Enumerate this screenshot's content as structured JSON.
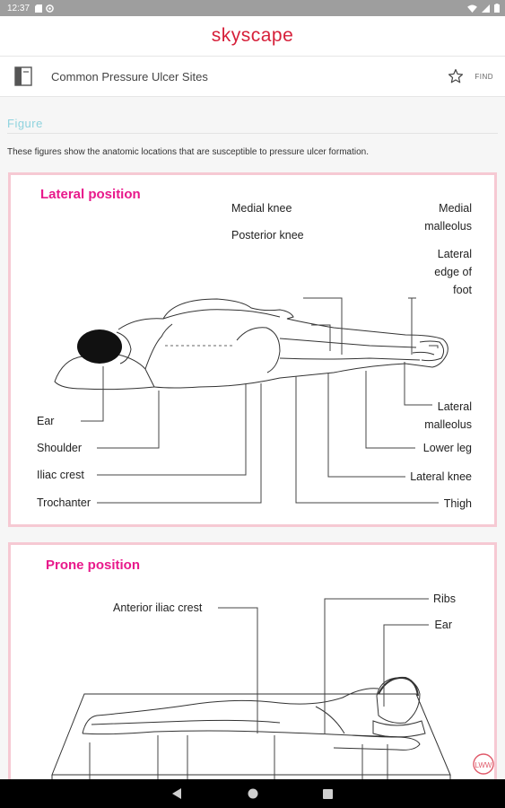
{
  "status_bar": {
    "time": "12:37"
  },
  "app": {
    "brand": "skyscape"
  },
  "header": {
    "title": "Common Pressure Ulcer Sites",
    "find_label": "FIND"
  },
  "section": {
    "label": "Figure",
    "caption": "These figures show the anatomic locations that are susceptible to pressure ulcer formation."
  },
  "figure_lateral": {
    "title": "Lateral position",
    "labels": {
      "medial_knee": "Medial knee",
      "posterior_knee": "Posterior knee",
      "medial_malleolus_1": "Medial",
      "medial_malleolus_2": "malleolus",
      "lateral_edge_1": "Lateral",
      "lateral_edge_2": "edge of",
      "lateral_edge_3": "foot",
      "ear": "Ear",
      "shoulder": "Shoulder",
      "iliac_crest": "Iliac crest",
      "trochanter": "Trochanter",
      "lateral_malleolus_1": "Lateral",
      "lateral_malleolus_2": "malleolus",
      "lower_leg": "Lower leg",
      "lateral_knee": "Lateral knee",
      "thigh": "Thigh"
    }
  },
  "figure_prone": {
    "title": "Prone position",
    "labels": {
      "anterior_iliac_crest": "Anterior iliac crest",
      "ribs": "Ribs",
      "ear": "Ear"
    }
  },
  "publisher_logo": "LWW"
}
